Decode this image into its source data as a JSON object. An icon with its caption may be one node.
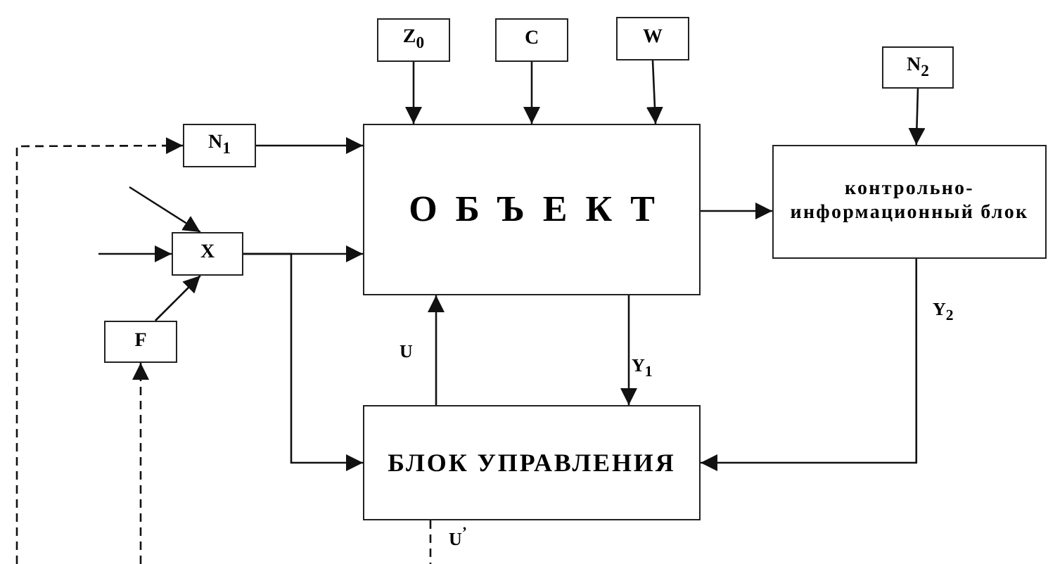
{
  "diagram": {
    "nodes": [
      {
        "text": [
          "Z$_{0}$"
        ]
      },
      {
        "text": [
          "C"
        ]
      },
      {
        "text": [
          "W"
        ]
      },
      {
        "text": [
          "N$_{2}$"
        ]
      },
      {
        "text": [
          "N$_{1}$"
        ]
      },
      {
        "text": [
          "ОБЪЕКТ"
        ]
      },
      {
        "text": [
          "контрольно-информационный блок"
        ]
      },
      {
        "text": [
          "X"
        ]
      },
      {
        "text": [
          "F"
        ]
      },
      {
        "text": [
          "БЛОК УПРАВЛЕНИЯ"
        ]
      }
    ],
    "edges": [
      {
        "from": 0,
        "to": 5,
        "arrow": "to"
      },
      {
        "from": 1,
        "to": 5,
        "arrow": "to"
      },
      {
        "from": 2,
        "to": 5,
        "arrow": "to"
      },
      {
        "from": 3,
        "to": 6,
        "arrow": "to"
      },
      {
        "from": 4,
        "to": 5,
        "arrow": "to"
      },
      {
        "from": null,
        "to": 4,
        "arrow": "to",
        "style": "dashed"
      },
      {
        "from": 5,
        "to": 6,
        "arrow": "to"
      },
      {
        "from": null,
        "to": 7,
        "arrow": "to"
      },
      {
        "from": null,
        "to": 7,
        "arrow": "to"
      },
      {
        "from": 7,
        "to": 5,
        "arrow": "to"
      },
      {
        "from": 7,
        "to": 9,
        "arrow": "to"
      },
      {
        "from": 8,
        "to": 7,
        "arrow": "to"
      },
      {
        "from": null,
        "to": 8,
        "arrow": "to",
        "style": "dashed"
      },
      {
        "from": 5,
        "to": 9,
        "arrow": "to",
        "label": "Y$_{1}$"
      },
      {
        "from": 9,
        "to": 5,
        "arrow": "to",
        "label": "U"
      },
      {
        "from": 6,
        "to": 9,
        "arrow": "to",
        "label": "Y$_{2}$"
      },
      {
        "from": 9,
        "to": null,
        "arrow": "none",
        "style": "dashed",
        "label": "U$^{’}$"
      }
    ]
  }
}
